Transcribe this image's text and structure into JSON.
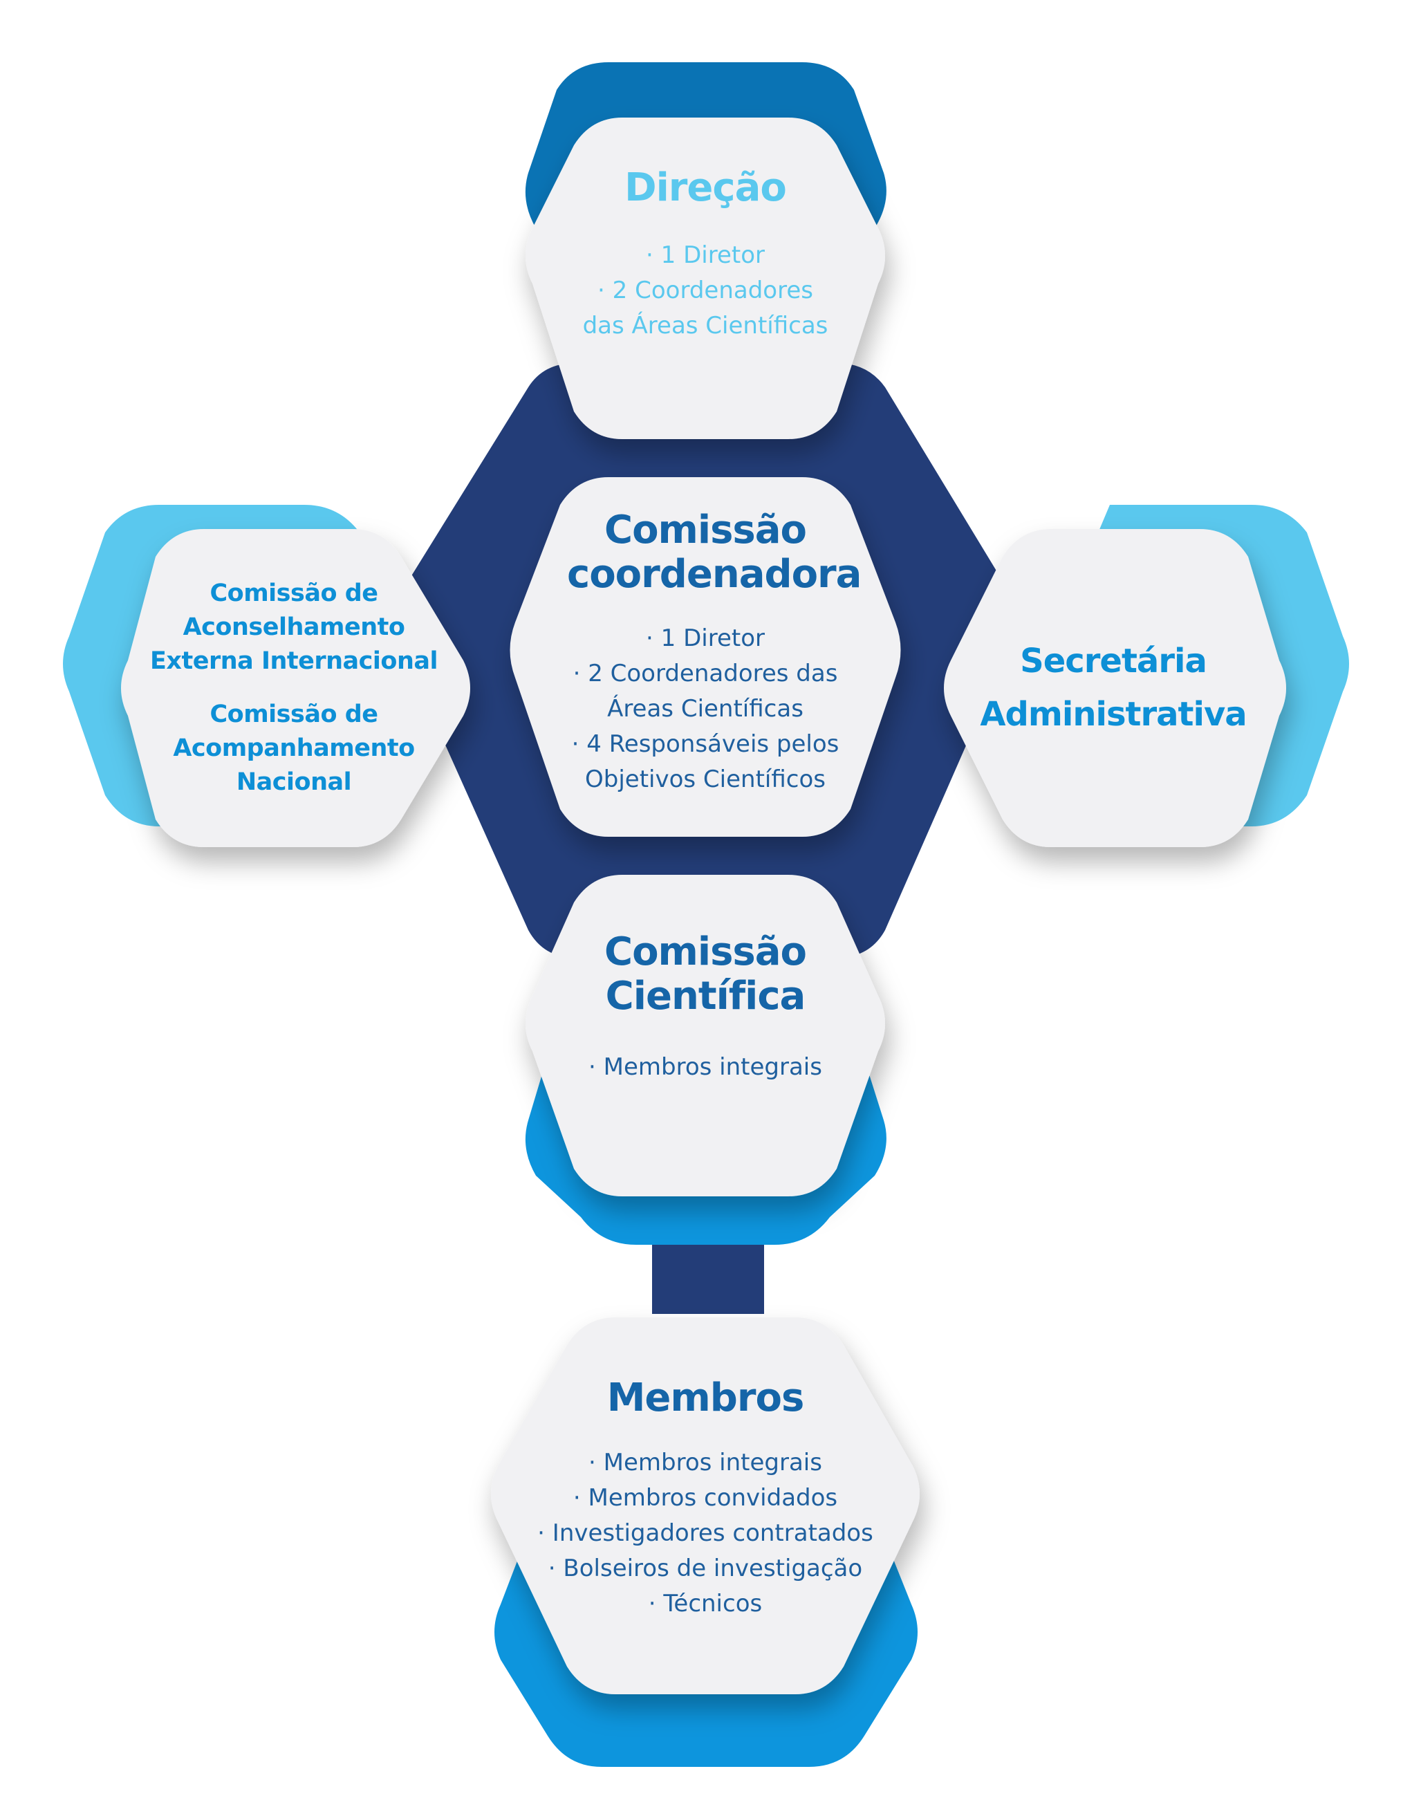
{
  "colors": {
    "navy": "#233d78",
    "mid_blue": "#0a73b4",
    "bright_blue": "#0d95dd",
    "light_blue": "#5ac8ee",
    "tile": "#f1f1f3",
    "title_blue": "#1565a8",
    "text_blue": "#1f5f9e"
  },
  "nodes": {
    "direcao": {
      "title": "Direção",
      "items": [
        "1 Diretor",
        "2 Coordenadores das Áreas Científicas"
      ]
    },
    "comissao_coordenadora": {
      "title": "Comissão coordenadora",
      "items": [
        "1 Diretor",
        "2 Coordenadores das Áreas Científicas",
        "4 Responsáveis pelos Objetivos Científicos"
      ]
    },
    "comissoes_externas": {
      "conselho": "Comissão de Aconselhamento Externa Internacional",
      "acompanhamento": "Comissão de Acompanhamento Nacional"
    },
    "secretaria": {
      "title": "Secretária Administrativa"
    },
    "comissao_cientifica": {
      "title": "Comissão Científica",
      "items": [
        "Membros integrais"
      ]
    },
    "membros": {
      "title": "Membros",
      "items": [
        "Membros integrais",
        "Membros convidados",
        "Investigadores contratados",
        "Bolseiros de investigação",
        "Técnicos"
      ]
    }
  }
}
